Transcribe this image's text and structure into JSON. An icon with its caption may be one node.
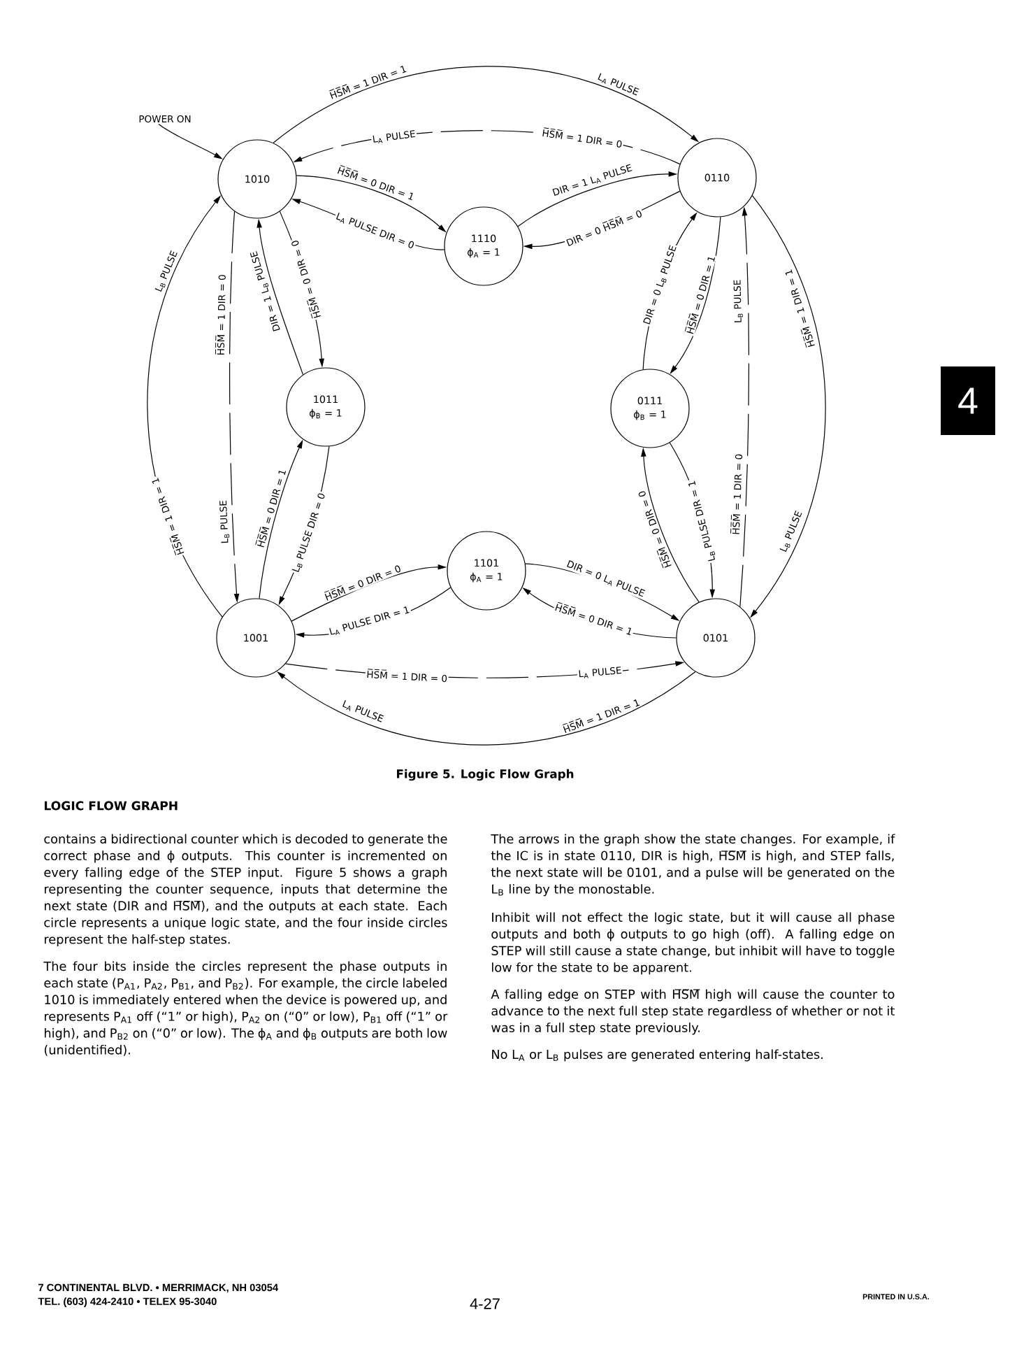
{
  "diagram": {
    "caption": "Figure 5. Logic Flow Graph",
    "nodes": [
      {
        "text": [
          "POWER ON"
        ]
      },
      {
        "text": [
          "1010"
        ]
      },
      {
        "text": [
          "1110",
          "ϕ$_{A}$ = 1"
        ]
      },
      {
        "text": [
          "0110"
        ]
      },
      {
        "text": [
          "1011",
          "ϕ$_{B}$ = 1"
        ]
      },
      {
        "text": [
          "0111",
          "ϕ$_{B}$ = 1"
        ]
      },
      {
        "text": [
          "1101",
          "ϕ$_{A}$ = 1"
        ]
      },
      {
        "text": [
          "1001"
        ]
      },
      {
        "text": [
          "0101"
        ]
      }
    ],
    "edges": [
      {
        "from": 0,
        "to": 1,
        "arrow": "to"
      },
      {
        "from": 1,
        "to": 3,
        "arrow": "to",
        "label": "H̅S̅M̅ = 1 DIR = 1"
      },
      {
        "from": 3,
        "to": 1,
        "arrow": "to",
        "label": "H̅S̅M̅ = 1 DIR = 0",
        "style": "dashed"
      },
      {
        "from": 1,
        "to": 2,
        "arrow": "to",
        "label": "H̅S̅M̅ = 0 DIR = 1"
      },
      {
        "from": 2,
        "to": 1,
        "arrow": "to",
        "label": "L$_{A}$ PULSE DIR = 0"
      },
      {
        "from": 2,
        "to": 3,
        "arrow": "to",
        "label": "DIR = 1 L$_{A}$ PULSE"
      },
      {
        "from": 3,
        "to": 2,
        "arrow": "to",
        "label": "DIR = 0 H̅S̅M̅ = 0"
      },
      {
        "from": 7,
        "to": 1,
        "arrow": "to",
        "label": "H̅S̅M̅ = 1 DIR = 1"
      },
      {
        "from": 1,
        "to": 7,
        "arrow": "to",
        "label": "H̅S̅M̅ = 1 DIR = 0",
        "style": "dashed"
      },
      {
        "from": 1,
        "to": 4,
        "arrow": "to",
        "label": "H̅S̅M̅ = 0 DIR = 0"
      },
      {
        "from": 4,
        "to": 1,
        "arrow": "to",
        "label": "DIR = 1 L$_{B}$ PULSE"
      },
      {
        "from": 7,
        "to": 4,
        "arrow": "to",
        "label": "H̅S̅M̅ = 0 DIR = 1"
      },
      {
        "from": 4,
        "to": 7,
        "arrow": "to",
        "label": "L$_{B}$ PULSE DIR = 0"
      },
      {
        "from": 3,
        "to": 5,
        "arrow": "to",
        "label": "H̅S̅M̅ = 0 DIR = 1"
      },
      {
        "from": 5,
        "to": 3,
        "arrow": "to",
        "label": "DIR = 0 L$_{B}$ PULSE"
      },
      {
        "from": 8,
        "to": 5,
        "arrow": "to",
        "label": "H̅S̅M̅ = 0 DIR = 0"
      },
      {
        "from": 5,
        "to": 8,
        "arrow": "to",
        "label": "L$_{B}$ PULSE DIR = 1"
      },
      {
        "from": 8,
        "to": 3,
        "arrow": "to",
        "label": "H̅S̅M̅ = 1 DIR = 0",
        "style": "dashed"
      },
      {
        "from": 3,
        "to": 8,
        "arrow": "to",
        "label": "H̅S̅M̅ = 1 DIR = 1"
      },
      {
        "from": 7,
        "to": 6,
        "arrow": "to",
        "label": "H̅S̅M̅ = 0 DIR = 0"
      },
      {
        "from": 6,
        "to": 7,
        "arrow": "to",
        "label": "L$_{A}$ PULSE DIR = 1"
      },
      {
        "from": 6,
        "to": 8,
        "arrow": "to",
        "label": "DIR = 0 L$_{A}$ PULSE"
      },
      {
        "from": 8,
        "to": 6,
        "arrow": "to",
        "label": "H̅S̅M̅ = 0 DIR = 1"
      },
      {
        "from": 7,
        "to": 8,
        "arrow": "to",
        "label": "H̅S̅M̅ = 1 DIR = 0",
        "style": "dashed"
      },
      {
        "from": 8,
        "to": 7,
        "arrow": "to",
        "label": "H̅S̅M̅ = 1 DIR = 1"
      }
    ],
    "labels": [
      "L$_{A}$ PULSE",
      "L$_{A}$ PULSE",
      "L$_{B}$ PULSE",
      "L$_{B}$ PULSE",
      "L$_{B}$ PULSE",
      "L$_{B}$ PULSE",
      "L$_{A}$ PULSE",
      "L$_{A}$ PULSE",
      "4",
      "LOGIC FLOW GRAPH",
      "contains a bidirectional counter which is decoded to generate the correct phase and ϕ outputs. This counter is incremented on every falling edge of the STEP input. Figure 5 shows a graph representing the counter sequence, inputs that determine the next state (DIR and H̅S̅M̅), and the outputs at each state. Each circle represents a unique logic state, and the four inside circles represent the half-step states.",
      "The four bits inside the circles represent the phase outputs in each state (P$_{A1}$, P$_{A2}$, P$_{B1}$, and P$_{B2}$). For example, the circle labeled 1010 is immediately entered when the device is powered up, and represents P$_{A1}$ off (“1” or high), P$_{A2}$ on (“0” or low), P$_{B1}$ off (“1” or high), and P$_{B2}$ on (“0” or low). The ϕ$_{A}$ and ϕ$_{B}$ outputs are both low (unidentified).",
      "The arrows in the graph show the state changes. For example, if the IC is in state 0110, DIR is high, H̅S̅M̅ is high, and STEP falls, the next state will be 0101, and a pulse will be generated on the L$_{B}$ line by the monostable.",
      "Inhibit will not effect the logic state, but it will cause all phase outputs and both ϕ outputs to go high (off). A falling edge on STEP will still cause a state change, but inhibit will have to toggle low for the state to be apparent.",
      "A falling edge on STEP with H̅S̅M̅ high will cause the counter to advance to the next full step state regardless of whether or not it was in a full step state previously.",
      "No L$_{A}$ or L$_{B}$ pulses are generated entering half-states.",
      "7 CONTINENTAL BLVD. • MERRIMACK, NH 03054",
      "TEL. (603) 424-2410 • TELEX 95-3040",
      "4-27",
      "PRINTED IN U.S.A."
    ]
  }
}
